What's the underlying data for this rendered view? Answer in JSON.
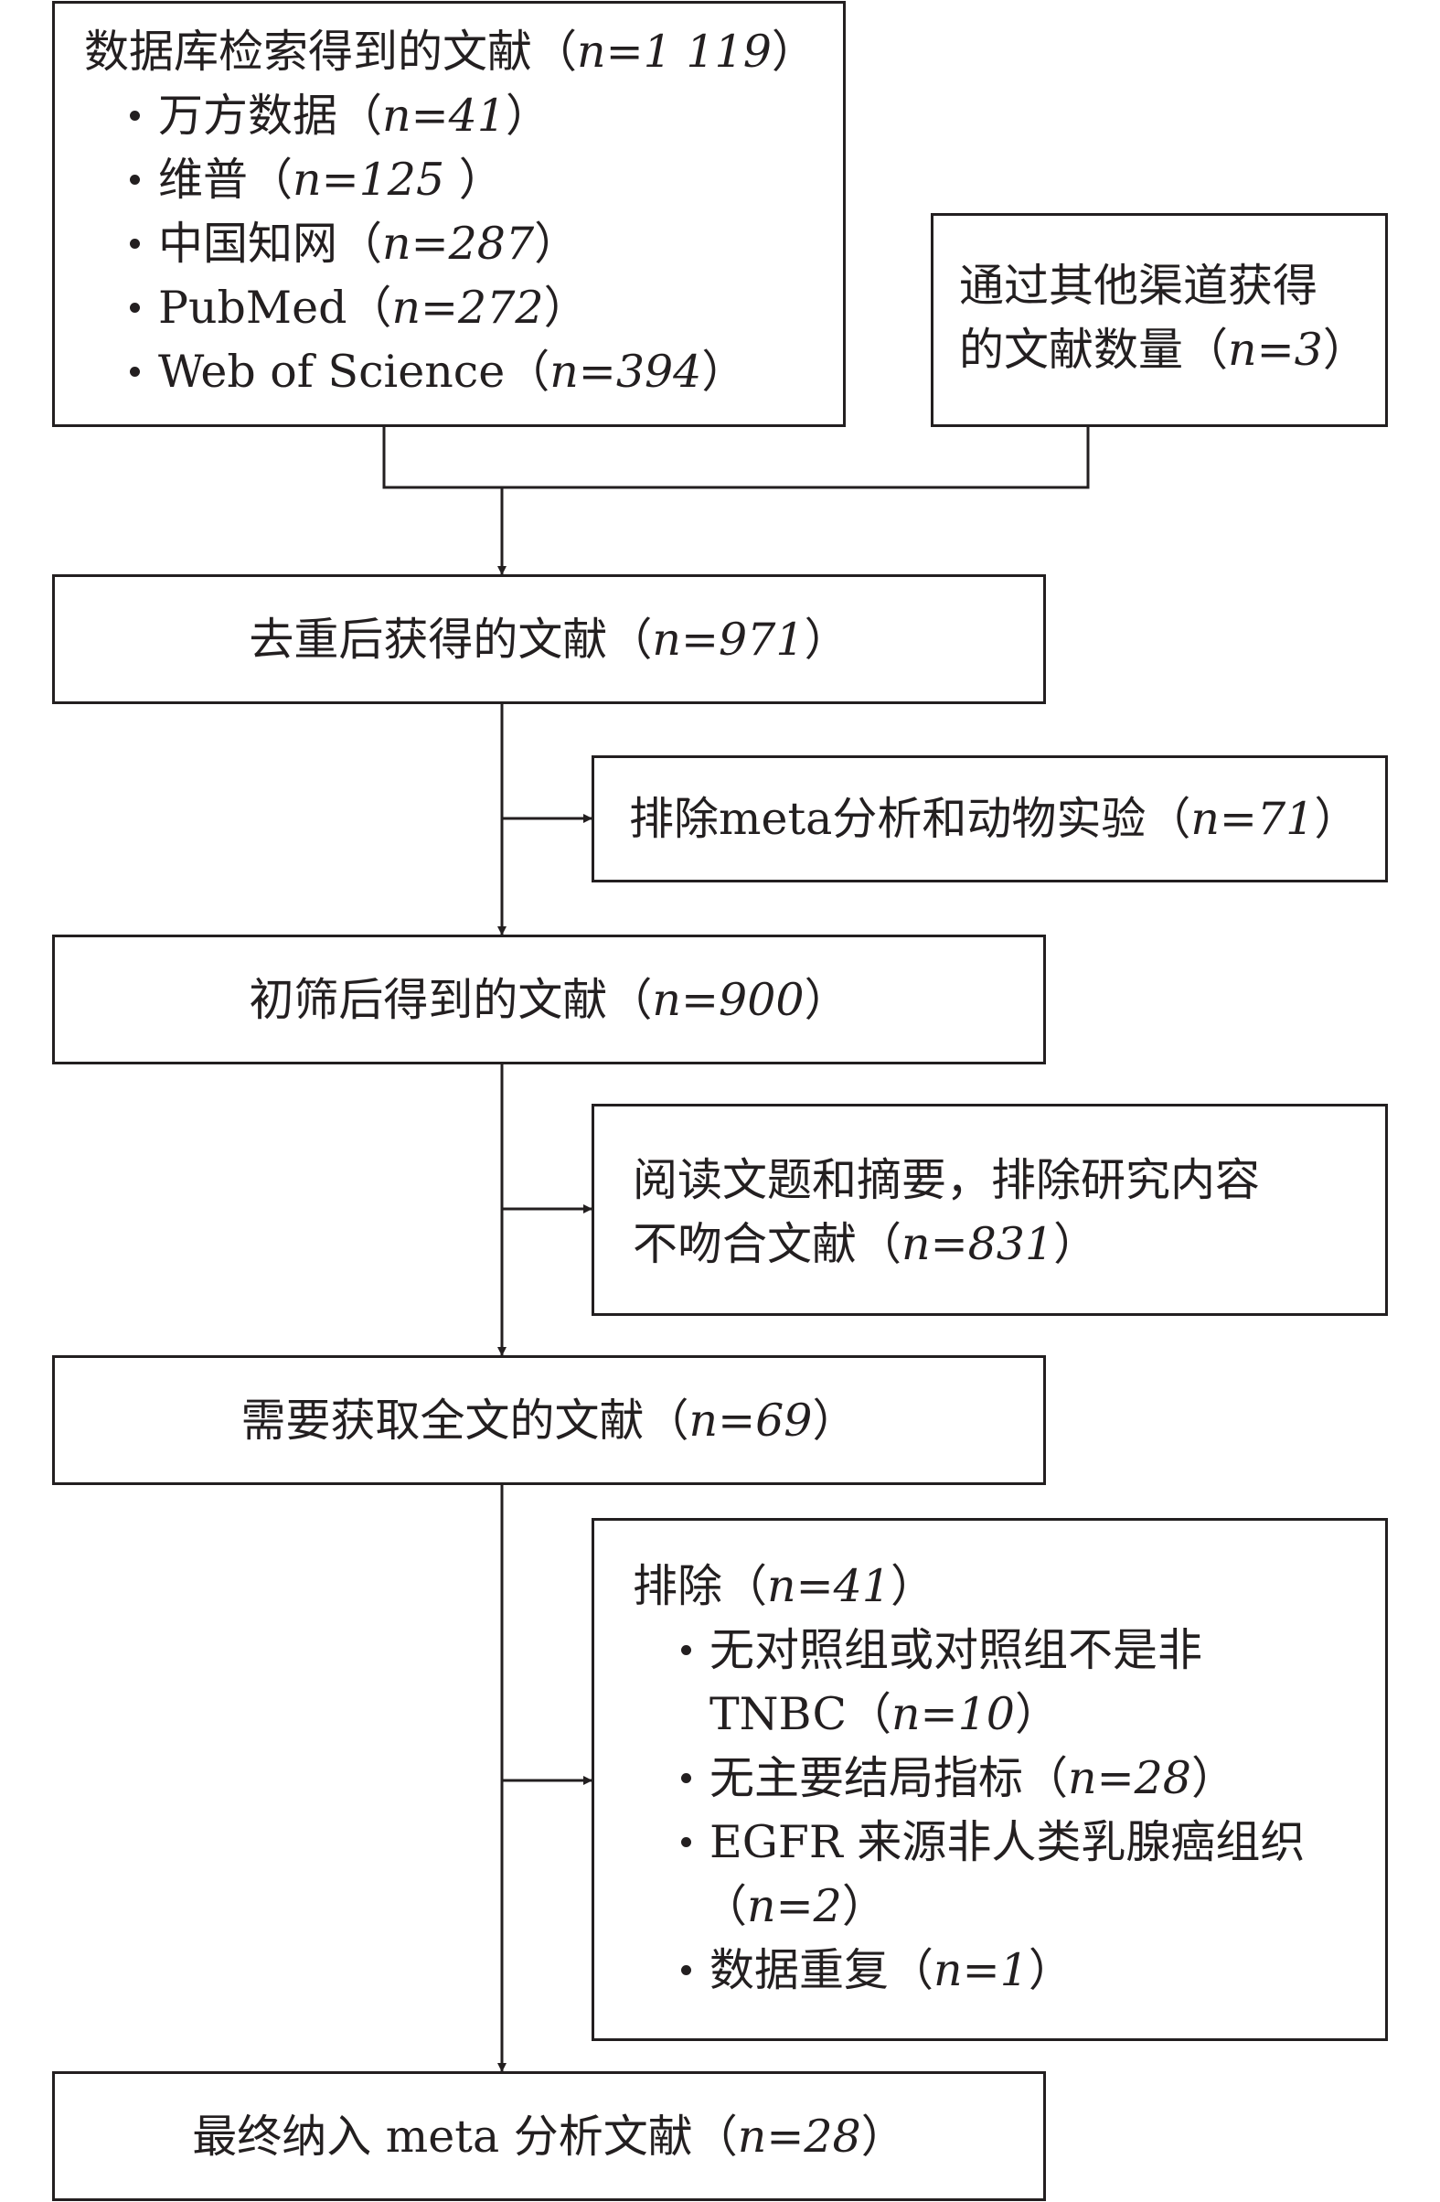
{
  "boxes": {
    "database": {
      "title": "数据库检索得到的文献（",
      "title_n": "n=1 119",
      "title_close": "）",
      "items": [
        {
          "name": "万方数据（",
          "n": "n=41",
          "close": "）"
        },
        {
          "name": "维普（",
          "n": "n=125",
          "close": " ）"
        },
        {
          "name": "中国知网（",
          "n": "n=287",
          "close": "）"
        },
        {
          "name": "PubMed（",
          "n": "n=272",
          "close": "）"
        },
        {
          "name": "Web of Science（",
          "n": "n=394",
          "close": "）"
        }
      ]
    },
    "other": {
      "line1": "通过其他渠道获得",
      "line2": "的文献数量（",
      "n": "n=3",
      "close": "）"
    },
    "dedup": {
      "text": "去重后获得的文献（",
      "n": "n=971",
      "close": "）"
    },
    "exclude1": {
      "text": "排除meta分析和动物实验（",
      "n": "n=71",
      "close": "）"
    },
    "screen": {
      "text": "初筛后得到的文献（",
      "n": "n=900",
      "close": "）"
    },
    "exclude2": {
      "line1": "阅读文题和摘要，排除研究内容",
      "line2": "不吻合文献（",
      "n": "n=831",
      "close": "）"
    },
    "fulltext": {
      "text": "需要获取全文的文献（",
      "n": "n=69",
      "close": "）"
    },
    "exclude3": {
      "title": "排除（",
      "title_n": "n=41",
      "title_close": "）",
      "items": [
        {
          "line1": "无对照组或对照组不是非",
          "line2": "TNBC（",
          "n": "n=10",
          "close": "）"
        },
        {
          "line1": "无主要结局指标（",
          "n": "n=28",
          "close": "）"
        },
        {
          "line1": "EGFR 来源非人类乳腺癌组织",
          "line2": "（",
          "n": "n=2",
          "close": "）"
        },
        {
          "line1": "数据重复（",
          "n": "n=1",
          "close": "）"
        }
      ]
    },
    "final": {
      "text": "最终纳入 meta 分析文献（",
      "n": "n=28",
      "close": "）"
    }
  }
}
